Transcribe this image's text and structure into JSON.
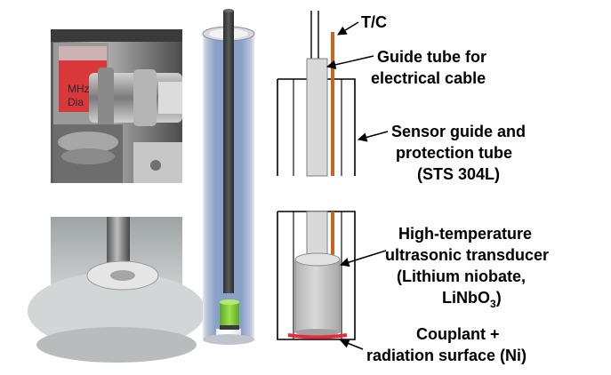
{
  "labels": {
    "tc": "T/C",
    "guide_tube_l1": "Guide tube for",
    "guide_tube_l2": "electrical cable",
    "sensor_guide_l1": "Sensor guide and",
    "sensor_guide_l2": "protection tube",
    "sensor_guide_l3": "(STS 304L)",
    "transducer_l1": "High-temperature",
    "transducer_l2": "ultrasonic transducer",
    "transducer_l3": "(Lithium niobate,",
    "transducer_l4_main": "LiNbO",
    "transducer_l4_sub": "3",
    "transducer_l4_end": ")",
    "couplant_l1": "Couplant +",
    "couplant_l2": "radiation surface (Ni)"
  },
  "photo_text": {
    "line1": "MHz",
    "line2": "Dia"
  },
  "colors": {
    "thermocouple": "#c8641e",
    "couplant": "#e8283c",
    "transducer_disc": "#8ccf3c",
    "sheath_blue": "#8aa0c8",
    "rod_dark": "#4a4a4a"
  }
}
